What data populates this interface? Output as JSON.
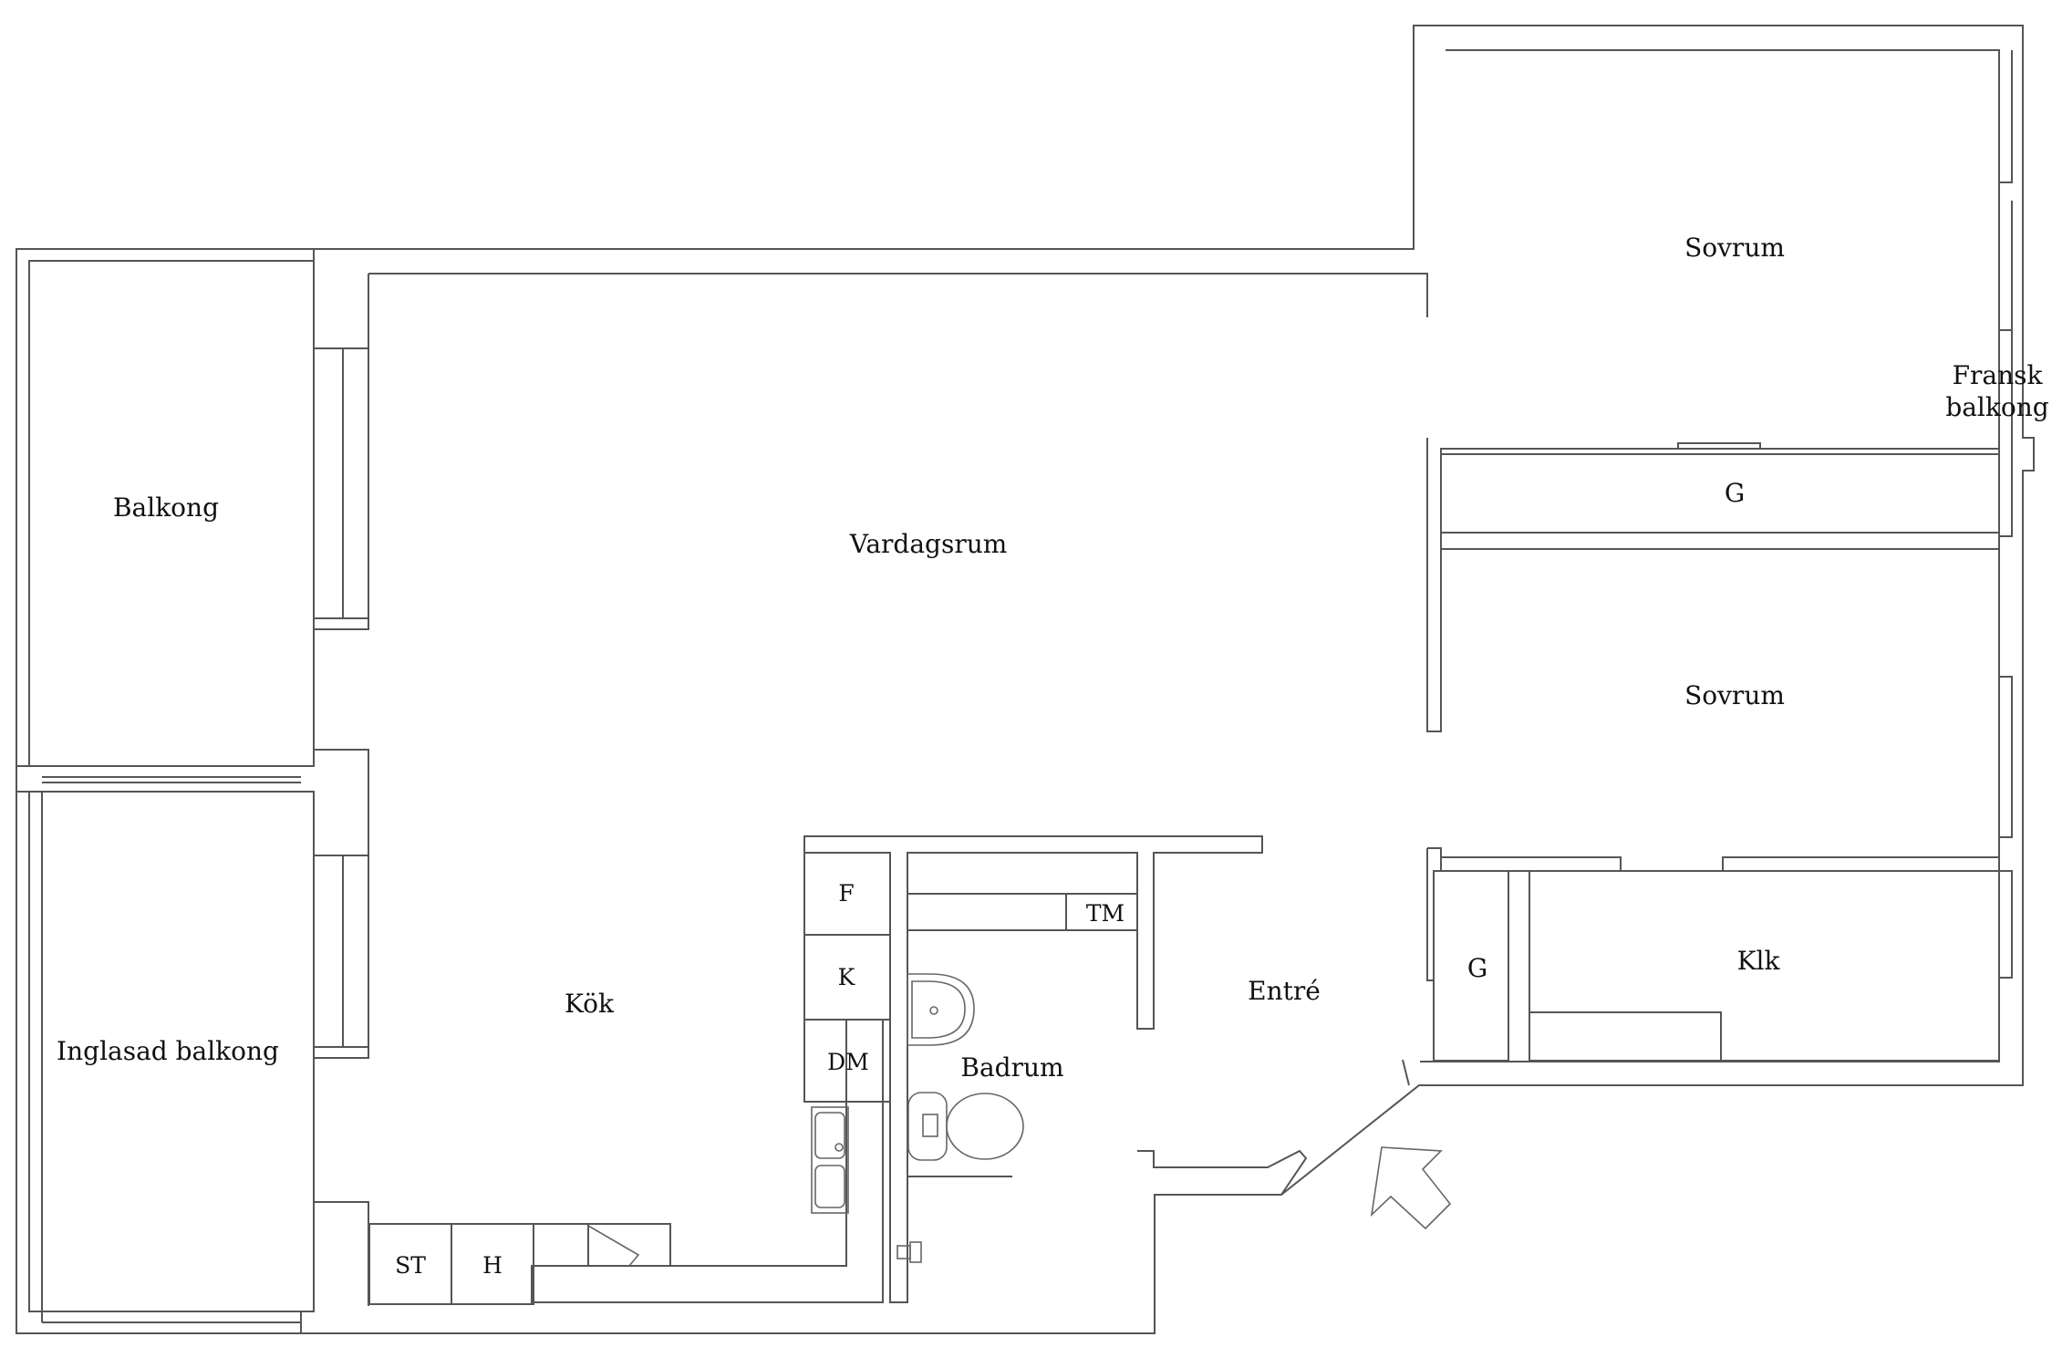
{
  "rooms": {
    "balkong": "Balkong",
    "inglasad_balkong": "Inglasad balkong",
    "vardagsrum": "Vardagsrum",
    "kok": "Kök",
    "sovrum_top": "Sovrum",
    "fransk_line1": "Fransk",
    "fransk_line2": "balkong",
    "garderob_top": "G",
    "sovrum_mid": "Sovrum",
    "klk": "Klk",
    "garderob_entre": "G",
    "entre": "Entré",
    "badrum": "Badrum"
  },
  "fixtures": {
    "frys": "F",
    "kyl": "K",
    "diskmaskin": "DM",
    "tvattmaskin": "TM",
    "stad": "ST",
    "hall": "H"
  },
  "entrance_arrow": "entrance-arrow-icon"
}
